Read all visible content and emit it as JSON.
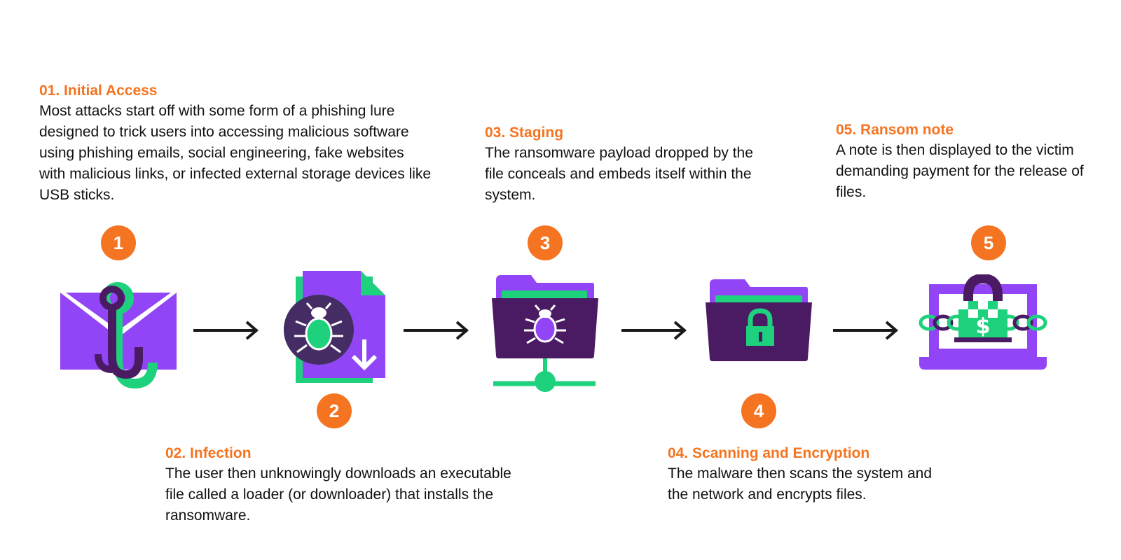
{
  "steps": [
    {
      "number": "1",
      "title": "01. Initial Access",
      "description": "Most attacks start off with some form of a phishing lure designed to trick users into accessing malicious software using phishing emails, social engineering, fake websites with malicious links, or infected external storage devices like USB sticks.",
      "icon": "phishing-hook-email-icon"
    },
    {
      "number": "2",
      "title": "02. Infection",
      "description": "The user then unknowingly downloads an executable file called a loader (or downloader) that installs the ransomware.",
      "icon": "infected-download-file-icon"
    },
    {
      "number": "3",
      "title": "03. Staging",
      "description": "The ransomware payload dropped by the file conceals and embeds itself within the system.",
      "icon": "bug-network-folder-icon"
    },
    {
      "number": "4",
      "title": "04. Scanning and Encryption",
      "description": "The malware then scans the system and the network and encrypts files.",
      "icon": "locked-folder-icon"
    },
    {
      "number": "5",
      "title": "05. Ransom note",
      "description": " A note is then displayed to the victim demanding payment for the release of files.",
      "icon": "ransom-laptop-icon"
    }
  ],
  "colors": {
    "accent_orange": "#f47421",
    "purple": "#9145f7",
    "dark_purple": "#4a1a62",
    "green": "#1ed17d",
    "arrow": "#1a1a1a"
  }
}
